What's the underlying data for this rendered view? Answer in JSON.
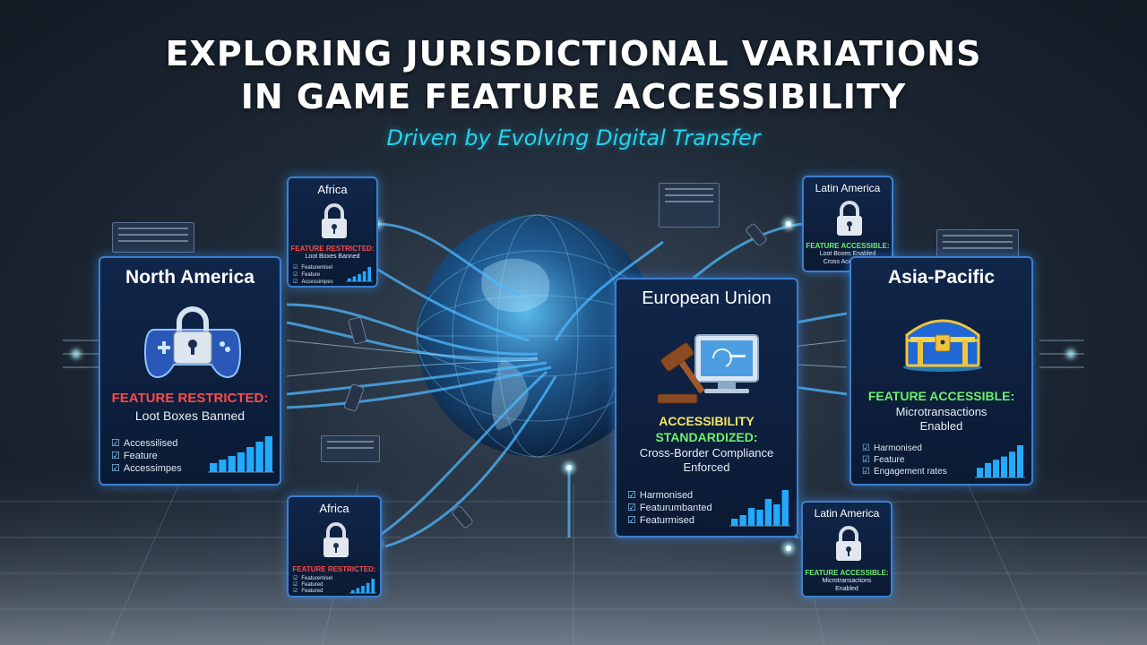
{
  "title_line1": "EXPLORING JURISDICTIONAL VARIATIONS",
  "title_line2": "IN GAME FEATURE ACCESSIBILITY",
  "subtitle": "Driven by Evolving Digital Transfer",
  "north_america": {
    "name": "North America",
    "status": "FEATURE RESTRICTED:",
    "detail": "Loot Boxes Banned",
    "checks": [
      "Accessilised",
      "Feature",
      "Accessimpes"
    ],
    "icon": "lock-gamepad-icon",
    "bars": [
      0.25,
      0.35,
      0.45,
      0.55,
      0.7,
      0.85,
      1.0
    ]
  },
  "africa_top": {
    "name": "Africa",
    "status": "FEATURE RESTRICTED:",
    "detail": "Loot Boxes Banned",
    "checks": [
      "Featuremisel",
      "Feature",
      "Accessimpes"
    ],
    "icon": "padlock-icon",
    "bars": [
      0.2,
      0.35,
      0.5,
      0.7,
      1.0
    ]
  },
  "africa_bottom": {
    "name": "Africa",
    "status": "FEATURE RESTRICTED:",
    "checks": [
      "Featuremisel",
      "Featured",
      "Featured"
    ],
    "icon": "padlock-icon",
    "bars": [
      0.2,
      0.35,
      0.5,
      0.7,
      1.0
    ]
  },
  "european_union": {
    "name": "European Union",
    "status_line1": "ACCESSIBILITY",
    "status_line2": "STANDARDIZED:",
    "detail_line1": "Cross-Border Compliance",
    "detail_line2": "Enforced",
    "checks": [
      "Harmonised",
      "Featurumbanted",
      "Featurmised"
    ],
    "icon": "gavel-monitor-icon",
    "bars": [
      0.2,
      0.3,
      0.5,
      0.45,
      0.75,
      0.6,
      1.0
    ]
  },
  "latin_america_top": {
    "name": "Latin America",
    "status": "FEATURE ACCESSIBLE:",
    "detail_line1": "Loot Boxes Enabled",
    "detail_line2": "Cross Accesibility",
    "icon": "padlock-icon"
  },
  "latin_america_bottom": {
    "name": "Latin America",
    "status": "FEATURE ACCESSIBLE:",
    "detail_line1": "Microtransactions",
    "detail_line2": "Enabled",
    "icon": "padlock-icon"
  },
  "asia_pacific": {
    "name": "Asia-Pacific",
    "status": "FEATURE ACCESSIBLE:",
    "detail_line1": "Microtransactions",
    "detail_line2": "Enabled",
    "checks": [
      "Harmonised",
      "Feature",
      "Engagement rates"
    ],
    "icon": "treasure-chest-icon",
    "bars": [
      0.3,
      0.45,
      0.55,
      0.65,
      0.8,
      1.0
    ]
  },
  "colors": {
    "accent": "#26d3ee",
    "restricted": "#ff4a4a",
    "accessible": "#6cf06c",
    "standardized": "#f5e56b",
    "card_border": "#3c7fd0"
  }
}
